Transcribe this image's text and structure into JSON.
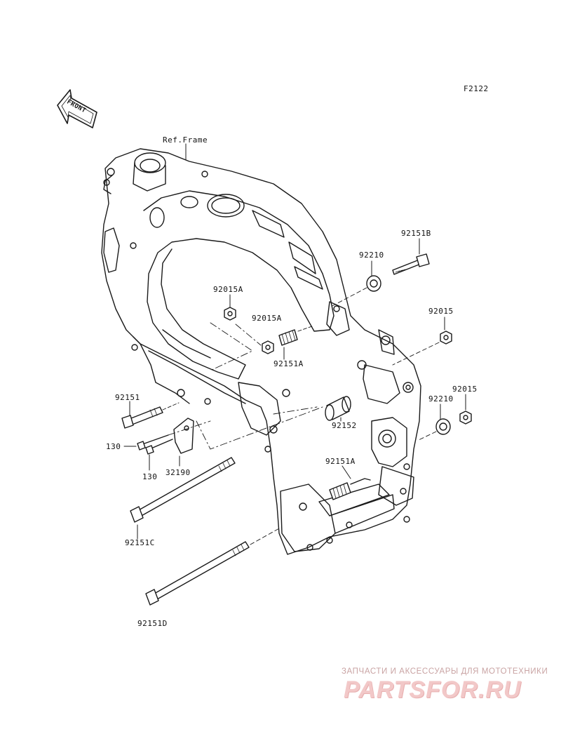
{
  "diagram_id": "F2122",
  "front_arrow_label": "FRONT",
  "ref_label": "Ref.Frame",
  "part_labels": {
    "p92151B": "92151B",
    "p92210_top": "92210",
    "p92015A_top": "92015A",
    "p92015A_mid": "92015A",
    "p92151A_top": "92151A",
    "p92015_top": "92015",
    "p92015_right": "92015",
    "p92210_right": "92210",
    "p92151": "92151",
    "p130_a": "130",
    "p130_b": "130",
    "p32190": "32190",
    "p92152": "92152",
    "p92151A_bottom": "92151A",
    "p92151C": "92151C",
    "p92151D": "92151D"
  },
  "watermark": {
    "line1": "ЗАПЧАСТИ И АКСЕССУАРЫ ДЛЯ МОТОТЕХНИКИ",
    "line2": "PARTSFOR.RU"
  }
}
